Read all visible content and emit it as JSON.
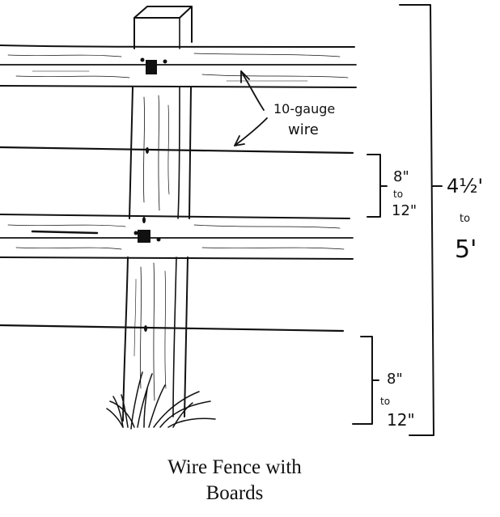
{
  "drawing": {
    "label_wire_line1": "10-gauge",
    "label_wire_line2": "wire",
    "spacing_upper": [
      "8\"",
      "to",
      "12\""
    ],
    "spacing_height": [
      "4½'",
      "to",
      "5'"
    ],
    "spacing_lower": [
      "8\"",
      "to",
      "12\""
    ]
  },
  "caption": {
    "line1": "Wire Fence with",
    "line2": "Boards"
  }
}
